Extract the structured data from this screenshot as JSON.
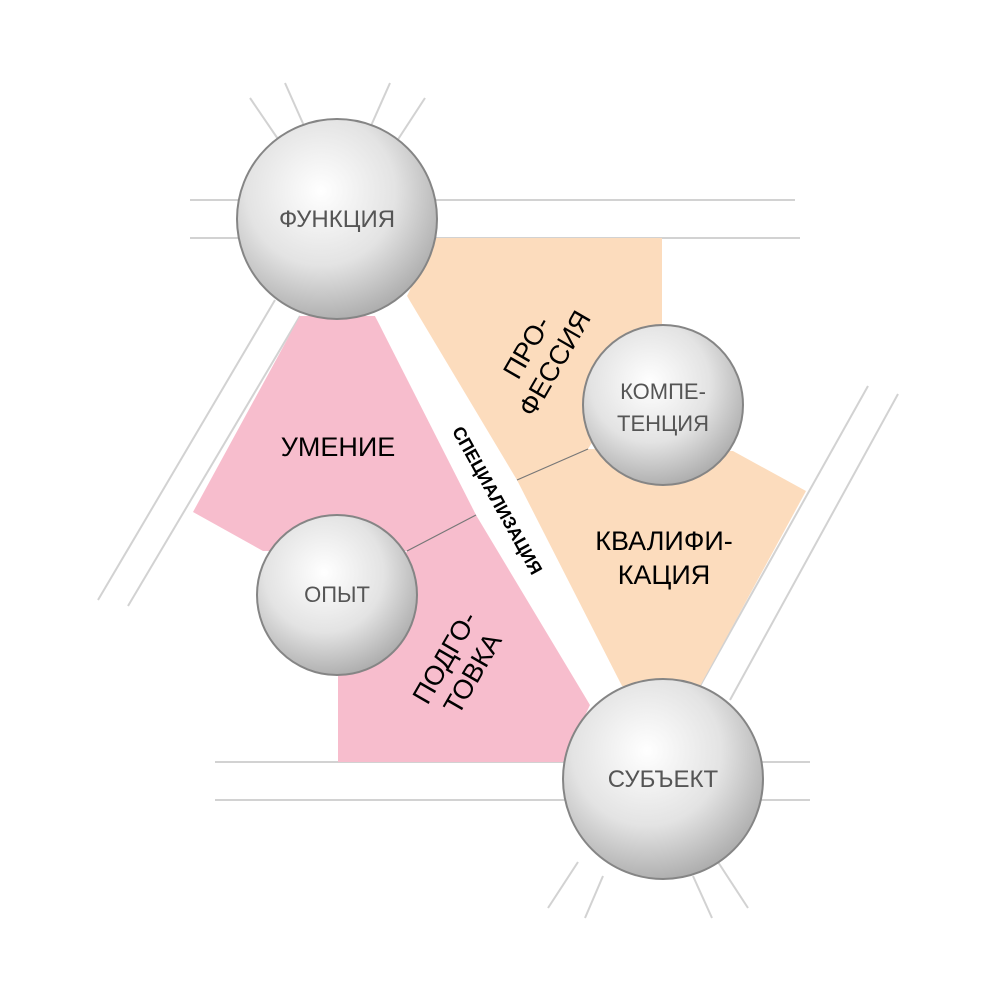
{
  "nodes": {
    "function": {
      "label": "ФУНКЦИЯ"
    },
    "subject": {
      "label": "СУБЪЕКТ"
    },
    "competence": {
      "line1": "КОМПЕ-",
      "line2": "ТЕНЦИЯ"
    },
    "experience": {
      "label": "ОПЫТ"
    }
  },
  "regions": {
    "skill": {
      "label": "УМЕНИЕ"
    },
    "profession": {
      "line1": "ПРО-",
      "line2": "ФЕССИЯ"
    },
    "qualification": {
      "line1": "КВАЛИФИ-",
      "line2": "КАЦИЯ"
    },
    "training": {
      "line1": "ПОДГО-",
      "line2": "ТОВКА"
    }
  },
  "band": {
    "label": "СПЕЦИАЛИЗАЦИЯ"
  },
  "colors": {
    "pink": "#f7bdcd",
    "peach": "#fcdcbd",
    "line": "#d2d2d2",
    "node_text": "#555555"
  }
}
